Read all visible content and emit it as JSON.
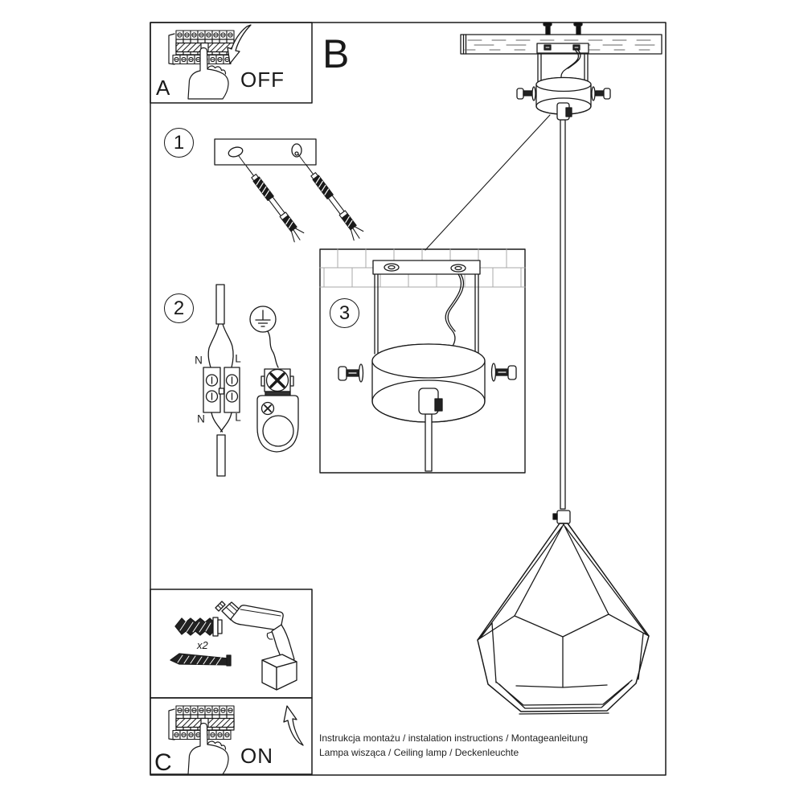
{
  "labels": {
    "section_a": "A",
    "section_b": "B",
    "section_c": "C",
    "off": "OFF",
    "on": "ON",
    "quantity": "x2"
  },
  "steps": {
    "step1": "1",
    "step2": "2",
    "step3": "3"
  },
  "wiring": {
    "neutral": "N",
    "live": "L"
  },
  "footer": {
    "line1": "Instrukcja montażu / instalation instructions / Montageanleitung",
    "line2": "Lampa wisząca / Ceiling lamp  / Deckenleuchte"
  },
  "colors": {
    "line": "#1a1a1a",
    "tile_grid": "#a9a9a9",
    "background": "#ffffff"
  }
}
